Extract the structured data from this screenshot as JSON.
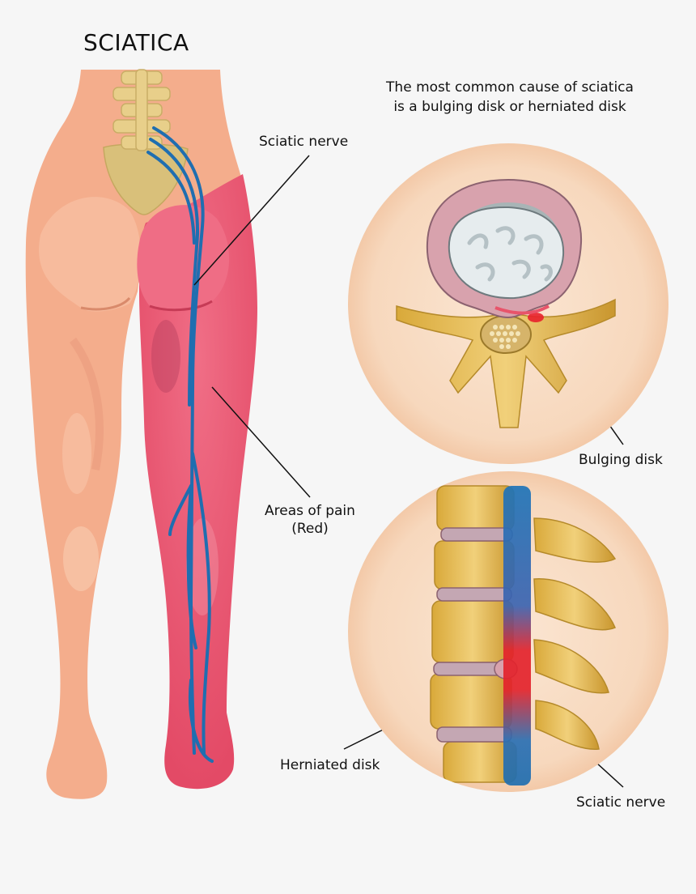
{
  "title": "SCIATICA",
  "subtitle": {
    "line1": "The most common cause of sciatica",
    "line2": "is a bulging disk or herniated disk"
  },
  "labels": {
    "sciatic_nerve_top": "Sciatic nerve",
    "areas_of_pain_line1": "Areas of pain",
    "areas_of_pain_line2": "(Red)",
    "bulging_disk": "Bulging disk",
    "herniated_disk": "Herniated disk",
    "sciatic_nerve_bottom": "Sciatic nerve"
  },
  "colors": {
    "background": "#f6f6f6",
    "skin": "#f4ad8c",
    "pain": "#ec5a74",
    "nerve": "#1f6eb0",
    "bone": "#e6bf4e",
    "circle_bg": "#f8dcc4"
  }
}
